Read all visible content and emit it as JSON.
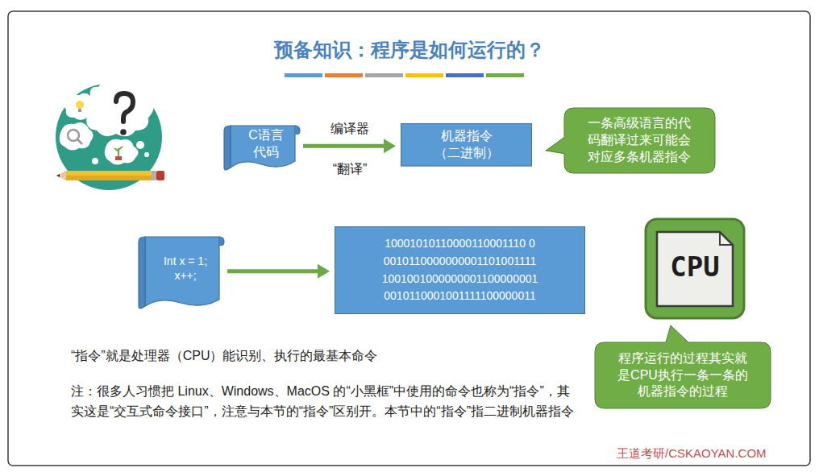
{
  "diagram": {
    "title": "预备知识：程序是如何运行的？",
    "nodes": [
      {
        "text": [
          "C语言 代码"
        ]
      },
      {
        "text": [
          "机器指令 （二进制）"
        ]
      },
      {
        "text": [
          "一条高级语言的代码翻译过来可能会对应多条机器指令"
        ]
      },
      {
        "text": [
          "Int x = 1; x++;"
        ]
      },
      {
        "text": [
          "10001010110000110001110 0 0010110000000001101001111 1001001000000001100000001 0010110001001111100000011"
        ]
      },
      {
        "text": [
          "程序运行的过程其实就是CPU执行一条一条的机器指令的过程"
        ]
      }
    ],
    "edges": [
      {
        "from": 0,
        "to": 1,
        "arrow": "to",
        "label": "编译器"
      },
      {
        "from": 3,
        "to": 4,
        "arrow": "to"
      }
    ],
    "labels": [
      "“翻译”",
      "CPU",
      "“指令”就是处理器（CPU）能识别、执行的最基本命令",
      "注：很多人习惯把 Linux、Windows、MacOS 的“小黑框”中使用的命令也称为“指令”，其实这是“交互式命令接口”，注意与本节的“指令”区别开。本节中的“指令”指二进制机器指令",
      "王道考研/CSKAOYAN.COM"
    ]
  }
}
